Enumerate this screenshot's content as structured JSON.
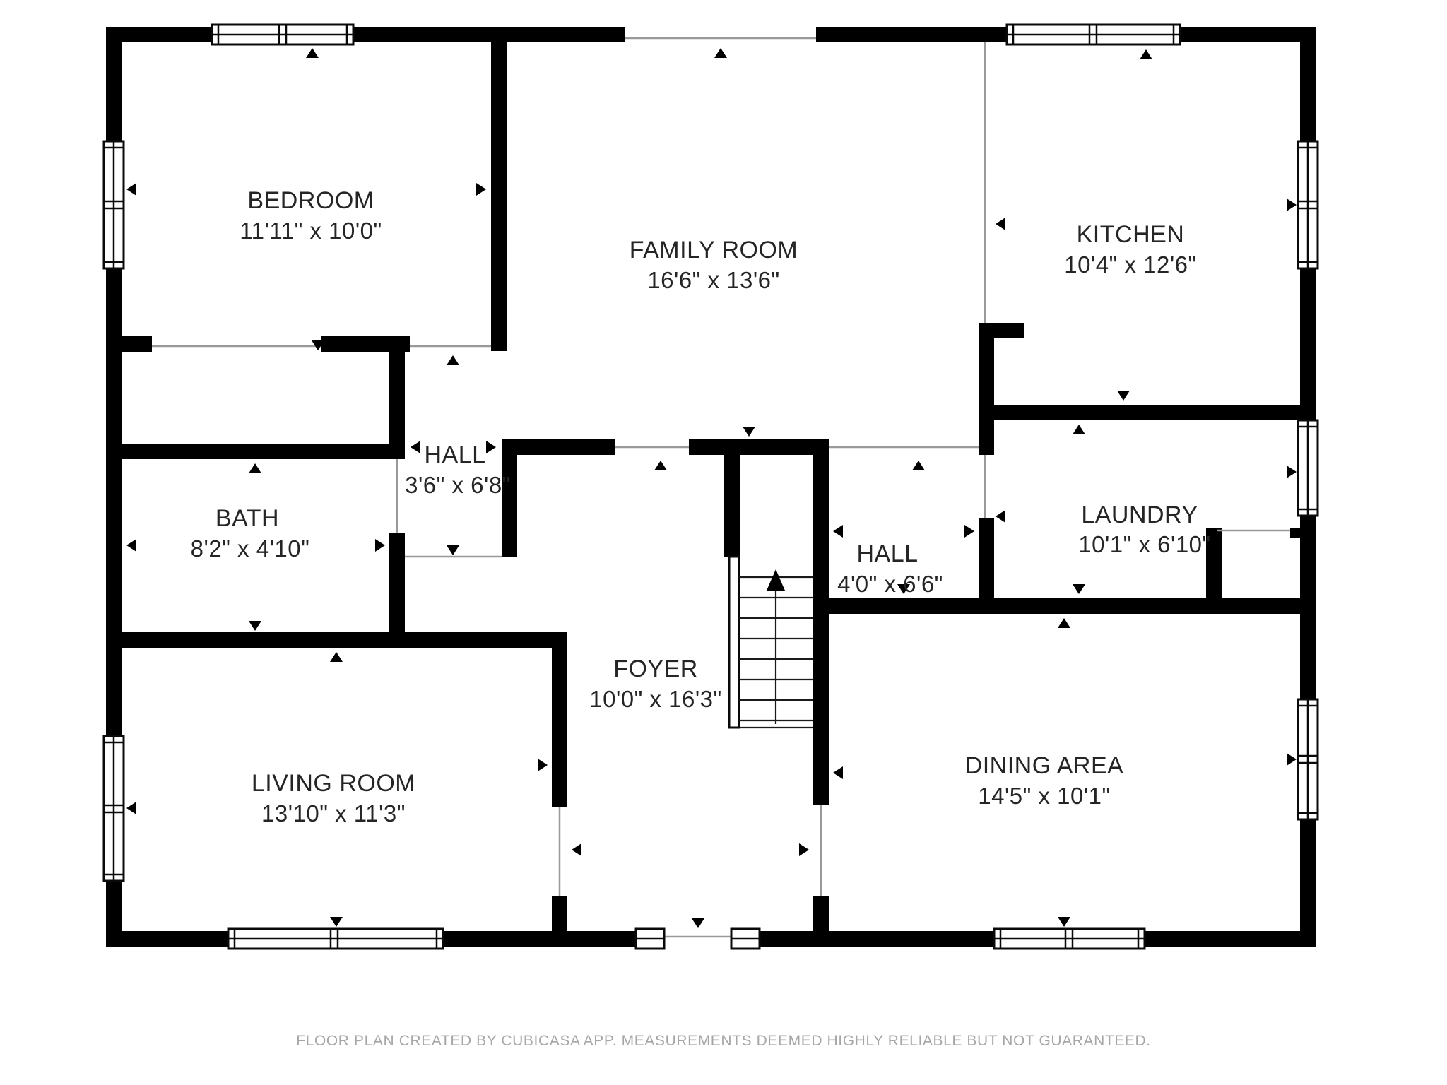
{
  "floor_plan": {
    "rooms": [
      {
        "id": "bedroom",
        "name": "BEDROOM",
        "dimensions": "11'11\" x 10'0\""
      },
      {
        "id": "family-room",
        "name": "FAMILY ROOM",
        "dimensions": "16'6\" x 13'6\""
      },
      {
        "id": "kitchen",
        "name": "KITCHEN",
        "dimensions": "10'4\" x 12'6\""
      },
      {
        "id": "hall-upper",
        "name": "HALL",
        "dimensions": "3'6\" x 6'8\""
      },
      {
        "id": "bath",
        "name": "BATH",
        "dimensions": "8'2\" x 4'10\""
      },
      {
        "id": "hall-lower",
        "name": "HALL",
        "dimensions": "4'0\" x 6'6\""
      },
      {
        "id": "laundry",
        "name": "LAUNDRY",
        "dimensions": "10'1\" x 6'10\""
      },
      {
        "id": "foyer",
        "name": "FOYER",
        "dimensions": "10'0\" x 16'3\""
      },
      {
        "id": "living-room",
        "name": "LIVING ROOM",
        "dimensions": "13'10\" x 11'3\""
      },
      {
        "id": "dining-area",
        "name": "DINING AREA",
        "dimensions": "14'5\" x 10'1\""
      }
    ],
    "footer": {
      "disclaimer": "FLOOR PLAN CREATED BY CUBICASA APP. MEASUREMENTS DEEMED HIGHLY RELIABLE BUT NOT GUARANTEED."
    },
    "colors": {
      "wall": "#000000",
      "background": "#ffffff",
      "room_label": "#252525",
      "opening_line": "#999999",
      "footer_text": "#a6a6a6"
    }
  }
}
